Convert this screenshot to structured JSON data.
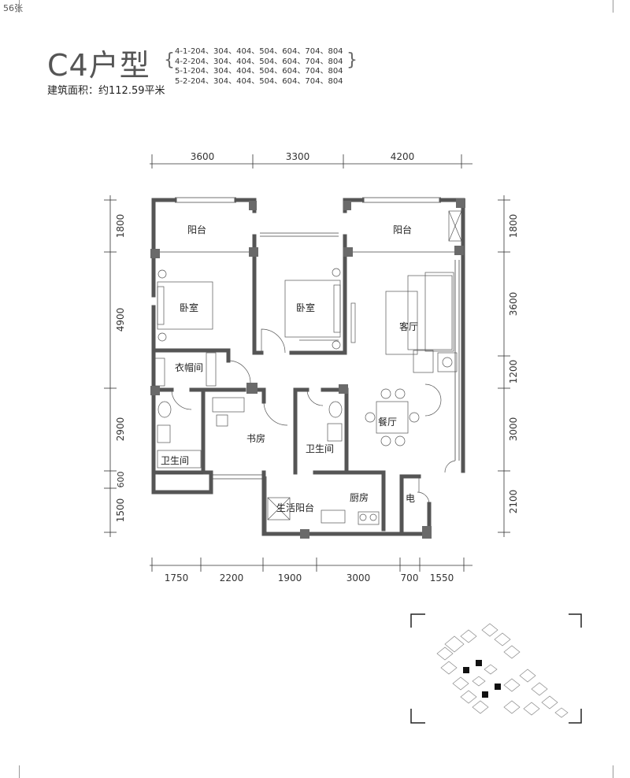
{
  "page_tag": "56张",
  "title": "C4户型",
  "area_label": "建筑面积：约112.59平米",
  "unit_lines": [
    "4-1-204、304、404、504、604、704、804",
    "4-2-204、304、404、504、604、704、804",
    "5-1-204、304、404、504、604、704、804",
    "5-2-204、304、404、504、604、704、804"
  ],
  "dimensions": {
    "top": [
      "3600",
      "3300",
      "4200"
    ],
    "bottom": [
      "1750",
      "2200",
      "1900",
      "3000",
      "700",
      "1550"
    ],
    "left": [
      "1800",
      "4900",
      "2900",
      "600",
      "1500"
    ],
    "right": [
      "1800",
      "3600",
      "1200",
      "3000",
      "2100"
    ]
  },
  "rooms": {
    "balcony_left": "阳台",
    "balcony_right": "阳台",
    "bedroom_1": "卧室",
    "bedroom_2": "卧室",
    "living_room": "客厅",
    "walk_in_closet": "衣帽间",
    "dining_room": "餐厅",
    "bathroom_1": "卫生间",
    "study": "书房",
    "bathroom_2": "卫生间",
    "kitchen": "厨房",
    "utility_balcony": "生活阳台",
    "electric_room": "电"
  },
  "colors": {
    "wall": "#555555",
    "column": "#6a6a6a",
    "line": "#333333"
  }
}
